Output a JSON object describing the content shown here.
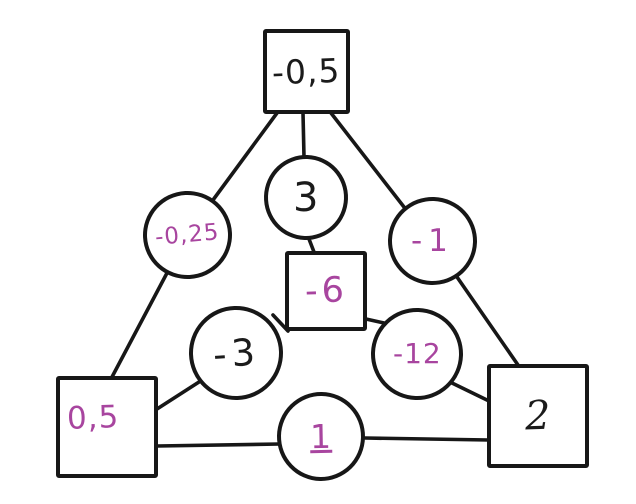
{
  "diagram": {
    "description_visible": "",
    "colors": {
      "background": "#ffffff",
      "ink_black": "#1b1b1b",
      "ink_purple": "#a8459f",
      "outline": "#171717"
    },
    "nodes": [
      {
        "id": "sq-top",
        "shape": "square",
        "value": "-0,5",
        "ink": "black"
      },
      {
        "id": "c-top",
        "shape": "circle",
        "value": "3",
        "ink": "black"
      },
      {
        "id": "c-left",
        "shape": "circle",
        "value": "-0,25",
        "ink": "purple"
      },
      {
        "id": "c-right",
        "shape": "circle",
        "value": "-1",
        "ink": "purple"
      },
      {
        "id": "sq-mid",
        "shape": "square",
        "value": "-6",
        "ink": "purple"
      },
      {
        "id": "c-midleft",
        "shape": "circle",
        "value": "-3",
        "ink": "black"
      },
      {
        "id": "c-midright",
        "shape": "circle",
        "value": "-12",
        "ink": "purple"
      },
      {
        "id": "sq-bl",
        "shape": "square",
        "value": "0,5",
        "ink": "purple"
      },
      {
        "id": "c-bottom",
        "shape": "circle",
        "value": "1",
        "ink": "purple"
      },
      {
        "id": "sq-br",
        "shape": "square",
        "value": "2",
        "ink": "black"
      }
    ],
    "edges": [
      {
        "from": "sq-top",
        "to": "c-left"
      },
      {
        "from": "sq-top",
        "to": "c-top"
      },
      {
        "from": "sq-top",
        "to": "c-right"
      },
      {
        "from": "c-top",
        "to": "sq-mid"
      },
      {
        "from": "c-left",
        "to": "sq-bl"
      },
      {
        "from": "c-right",
        "to": "sq-br"
      },
      {
        "from": "c-midleft",
        "to": "sq-mid"
      },
      {
        "from": "sq-mid",
        "to": "c-midright"
      },
      {
        "from": "c-midleft",
        "to": "sq-bl"
      },
      {
        "from": "c-midright",
        "to": "sq-br"
      },
      {
        "from": "sq-bl",
        "to": "c-bottom"
      },
      {
        "from": "c-bottom",
        "to": "sq-br"
      }
    ]
  }
}
